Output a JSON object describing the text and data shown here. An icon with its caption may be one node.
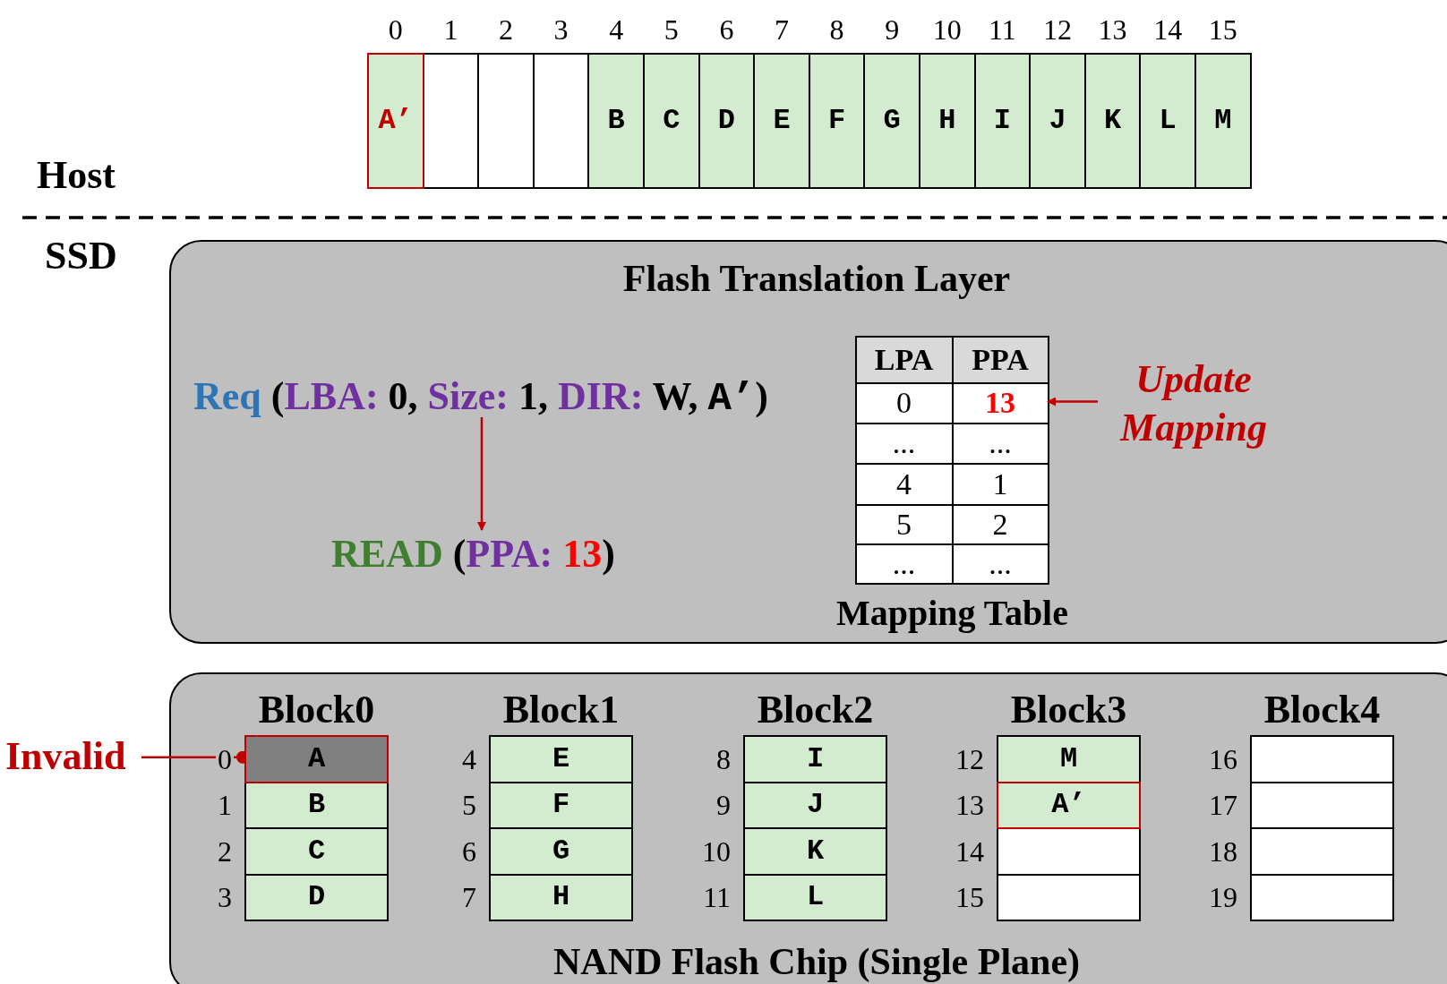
{
  "diagram": {
    "nodes": [
      {
        "text": [
          "A’"
        ],
        "beside": [
          "0"
        ]
      },
      {
        "text": [],
        "shape": "box",
        "beside": [
          "1"
        ]
      },
      {
        "text": [],
        "shape": "box",
        "beside": [
          "2"
        ]
      },
      {
        "text": [],
        "shape": "box",
        "beside": [
          "3"
        ]
      },
      {
        "text": [
          "B"
        ],
        "beside": [
          "4"
        ]
      },
      {
        "text": [
          "C"
        ],
        "beside": [
          "5"
        ]
      },
      {
        "text": [
          "D"
        ],
        "beside": [
          "6"
        ]
      },
      {
        "text": [
          "E"
        ],
        "beside": [
          "7"
        ]
      },
      {
        "text": [
          "F"
        ],
        "beside": [
          "8"
        ]
      },
      {
        "text": [
          "G"
        ],
        "beside": [
          "9"
        ]
      },
      {
        "text": [
          "H"
        ],
        "beside": [
          "10"
        ]
      },
      {
        "text": [
          "I"
        ],
        "beside": [
          "11"
        ]
      },
      {
        "text": [
          "J"
        ],
        "beside": [
          "12"
        ]
      },
      {
        "text": [
          "K"
        ],
        "beside": [
          "13"
        ]
      },
      {
        "text": [
          "L"
        ],
        "beside": [
          "14"
        ]
      },
      {
        "text": [
          "M"
        ],
        "beside": [
          "15"
        ]
      },
      {
        "text": [
          "Flash Translation Layer"
        ]
      },
      {
        "text": [
          "Req",
          "(",
          "LBA:",
          "0,",
          "Size:",
          "1,",
          "DIR:",
          "W,",
          "A’",
          ")"
        ],
        "in": 16
      },
      {
        "text": [
          "READ",
          "(",
          "PPA:",
          "13",
          ")"
        ],
        "in": 16
      },
      {
        "text": [
          "Mapping Table"
        ],
        "in": 16
      },
      {
        "text": [
          "LPA"
        ],
        "in": 19
      },
      {
        "text": [
          "PPA"
        ],
        "in": 19
      },
      {
        "text": [
          "0"
        ],
        "in": 19
      },
      {
        "text": [
          "13"
        ],
        "in": 19
      },
      {
        "text": [
          "..."
        ],
        "in": 19
      },
      {
        "text": [
          "..."
        ],
        "in": 19
      },
      {
        "text": [
          "4"
        ],
        "in": 19
      },
      {
        "text": [
          "1"
        ],
        "in": 19
      },
      {
        "text": [
          "5"
        ],
        "in": 19
      },
      {
        "text": [
          "2"
        ],
        "in": 19
      },
      {
        "text": [
          "..."
        ],
        "in": 19
      },
      {
        "text": [
          "..."
        ],
        "in": 19
      },
      {
        "text": [
          "Update Mapping"
        ],
        "in": 16
      },
      {
        "text": [
          "NAND Flash Chip (Single Plane)"
        ]
      },
      {
        "text": [
          "Block0"
        ],
        "in": 33
      },
      {
        "text": [
          "A"
        ],
        "in": 34,
        "beside": [
          "0"
        ]
      },
      {
        "text": [
          "B"
        ],
        "in": 34,
        "beside": [
          "1"
        ]
      },
      {
        "text": [
          "C"
        ],
        "in": 34,
        "beside": [
          "2"
        ]
      },
      {
        "text": [
          "D"
        ],
        "in": 34,
        "beside": [
          "3"
        ]
      },
      {
        "text": [
          "Block1"
        ],
        "in": 33
      },
      {
        "text": [
          "E"
        ],
        "in": 39,
        "beside": [
          "4"
        ]
      },
      {
        "text": [
          "F"
        ],
        "in": 39,
        "beside": [
          "5"
        ]
      },
      {
        "text": [
          "G"
        ],
        "in": 39,
        "beside": [
          "6"
        ]
      },
      {
        "text": [
          "H"
        ],
        "in": 39,
        "beside": [
          "7"
        ]
      },
      {
        "text": [
          "Block2"
        ],
        "in": 33
      },
      {
        "text": [
          "I"
        ],
        "in": 44,
        "beside": [
          "8"
        ]
      },
      {
        "text": [
          "J"
        ],
        "in": 44,
        "beside": [
          "9"
        ]
      },
      {
        "text": [
          "K"
        ],
        "in": 44,
        "beside": [
          "10"
        ]
      },
      {
        "text": [
          "L"
        ],
        "in": 44,
        "beside": [
          "11"
        ]
      },
      {
        "text": [
          "Block3"
        ],
        "in": 33
      },
      {
        "text": [
          "M"
        ],
        "in": 49,
        "beside": [
          "12"
        ]
      },
      {
        "text": [
          "A’"
        ],
        "in": 49,
        "beside": [
          "13"
        ]
      },
      {
        "text": [],
        "shape": "box",
        "in": 49,
        "beside": [
          "14"
        ]
      },
      {
        "text": [],
        "shape": "box",
        "in": 49,
        "beside": [
          "15"
        ]
      },
      {
        "text": [
          "Block4"
        ],
        "in": 33
      },
      {
        "text": [],
        "shape": "box",
        "in": 54,
        "beside": [
          "16"
        ]
      },
      {
        "text": [],
        "shape": "box",
        "in": 54,
        "beside": [
          "17"
        ]
      },
      {
        "text": [],
        "shape": "box",
        "in": 54,
        "beside": [
          "18"
        ]
      },
      {
        "text": [],
        "shape": "box",
        "in": 54,
        "beside": [
          "19"
        ]
      },
      {
        "text": [
          "Invalid"
        ]
      }
    ],
    "edges": [
      {
        "from": 17,
        "to": 18,
        "arrow": "to"
      },
      {
        "from": 32,
        "to": 23,
        "arrow": "to"
      },
      {
        "from": 59,
        "to": 35,
        "arrow": "other"
      }
    ],
    "labels": [
      "Host",
      "SSD"
    ]
  }
}
